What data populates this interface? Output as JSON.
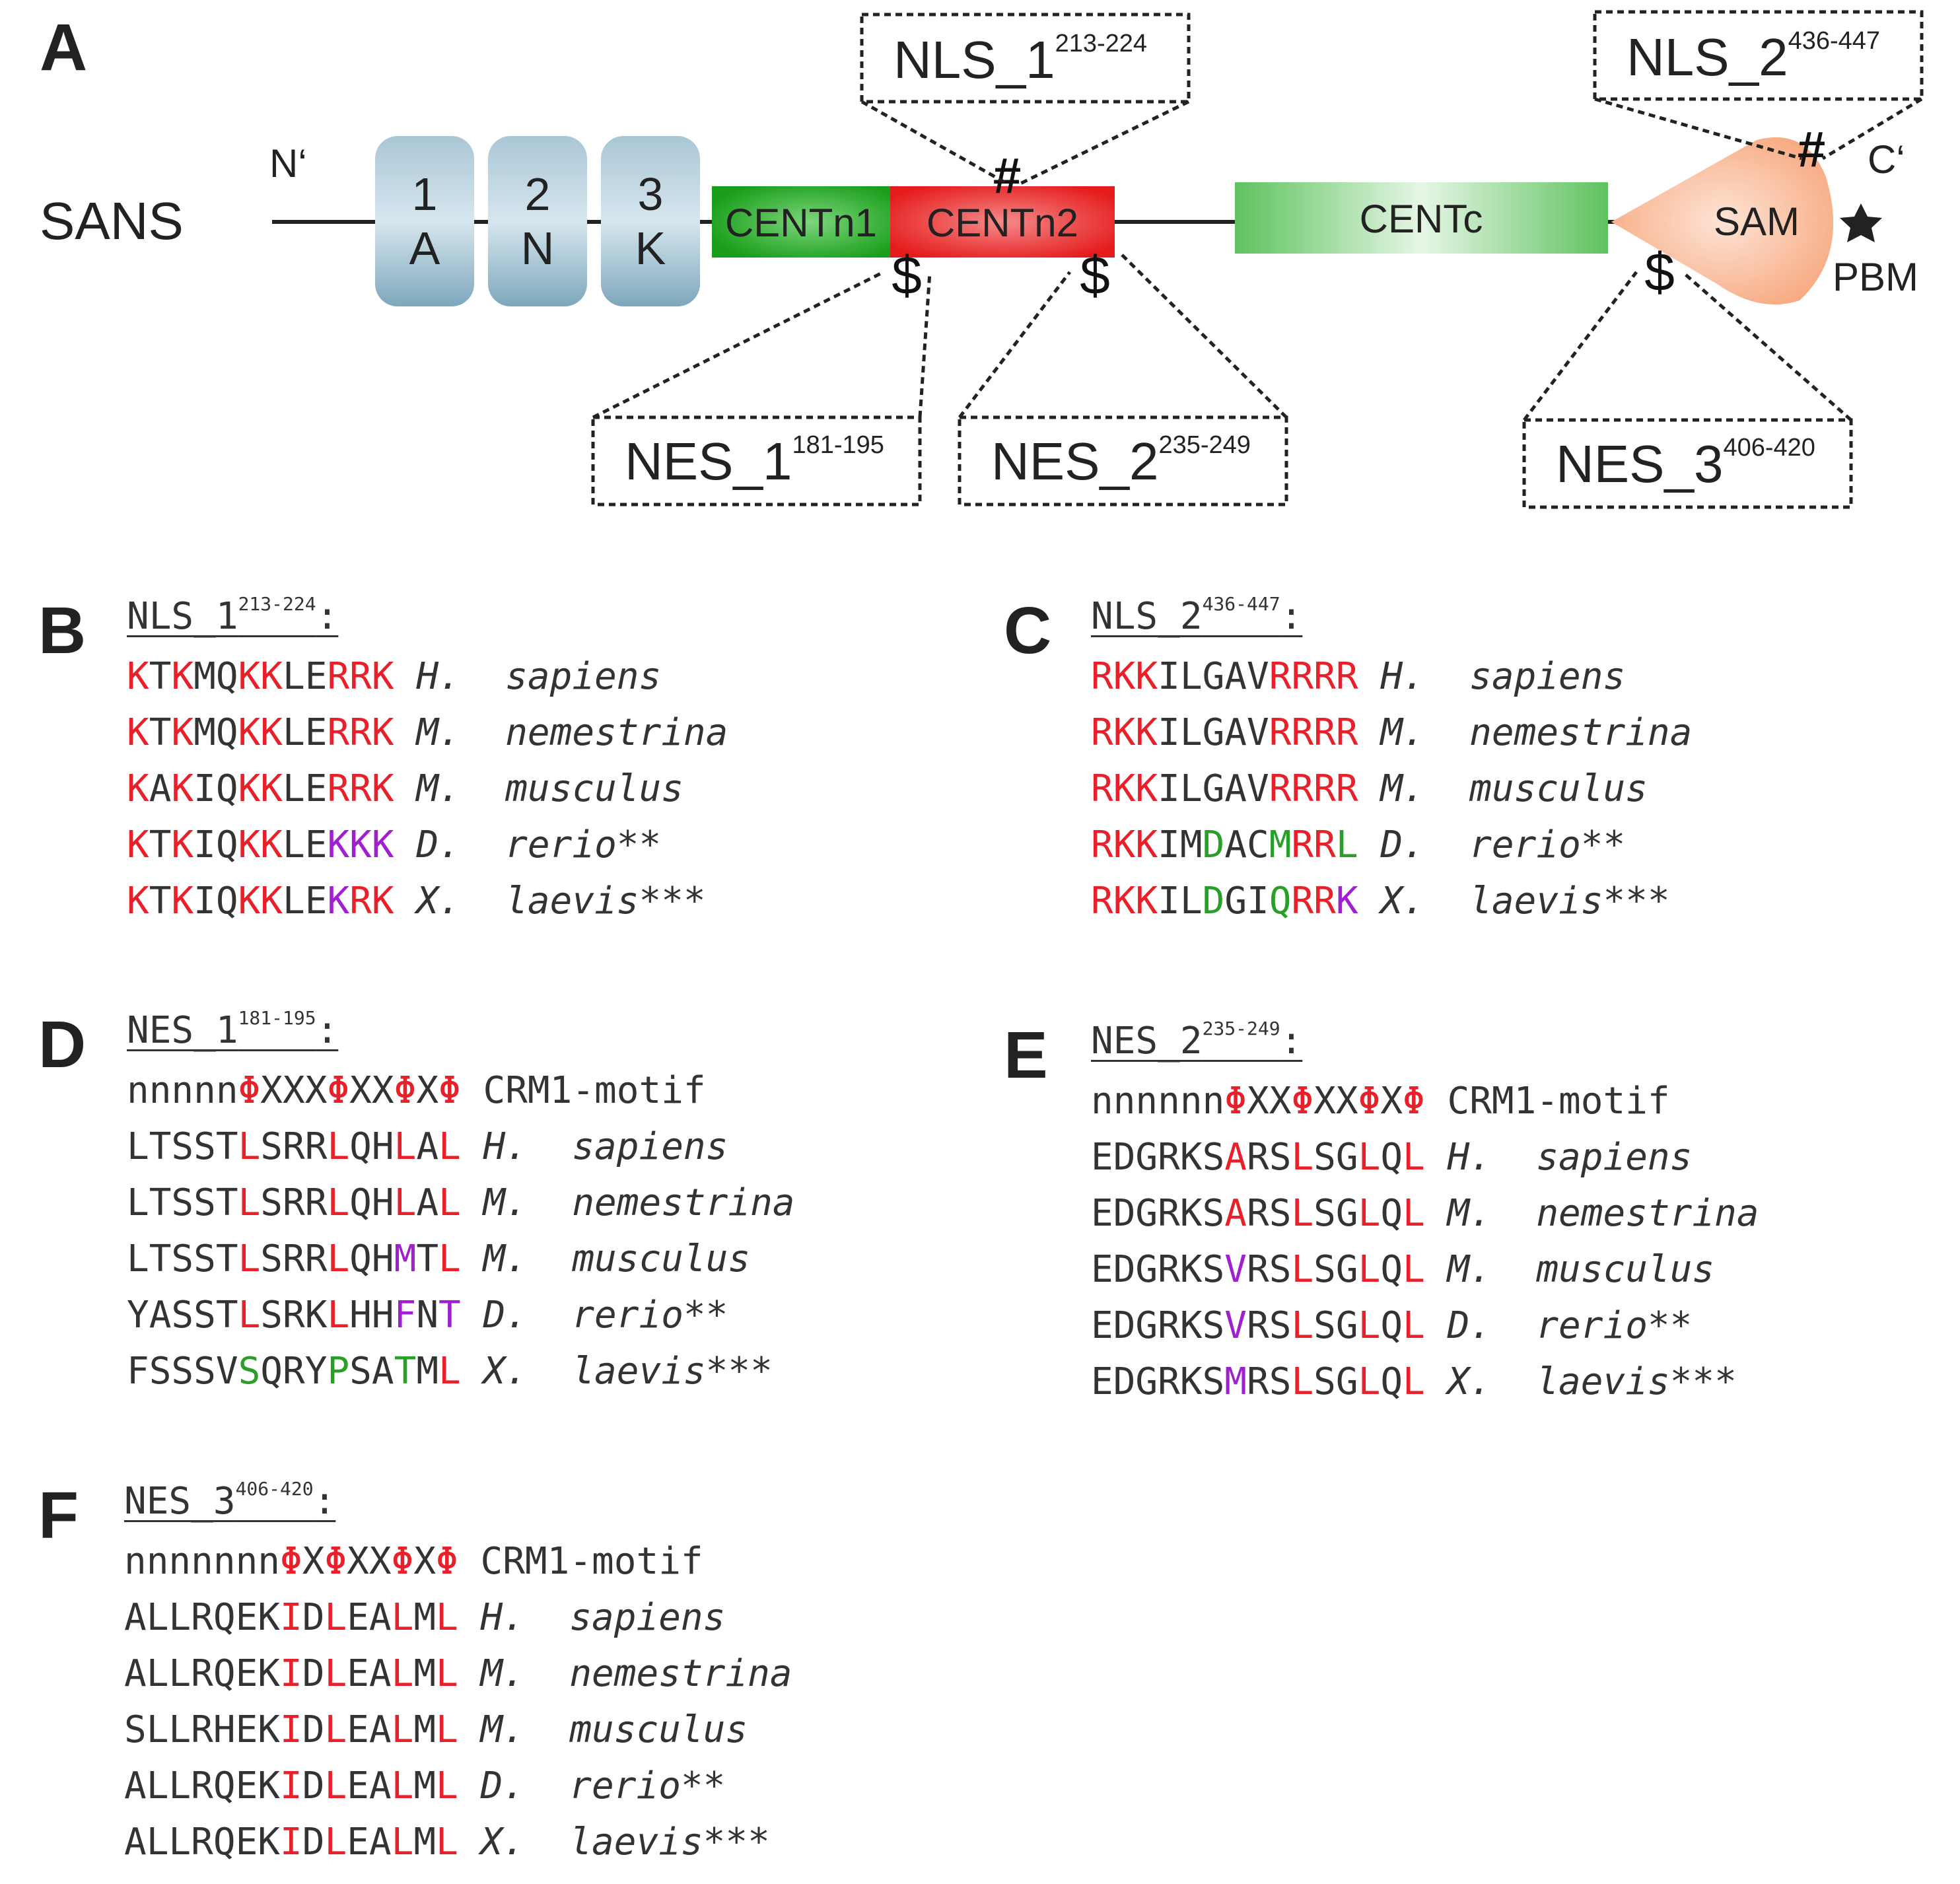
{
  "colors": {
    "text": "#333333",
    "red": "#e8202a",
    "purple": "#a020d0",
    "green": "#28a028",
    "ank": "#7da7bc",
    "centn1": "#1fa81f",
    "centn2": "#e51c1c",
    "centc": "#7bcd7b",
    "sam": "#f7a87e"
  },
  "diagram": {
    "panel": "A",
    "protein": "SANS",
    "n_term": "N‘",
    "c_term": "C‘",
    "ank": [
      {
        "num": "1",
        "letter": "A"
      },
      {
        "num": "2",
        "letter": "N"
      },
      {
        "num": "3",
        "letter": "K"
      }
    ],
    "domains": {
      "centn1": "CENTn1",
      "centn2": "CENTn2",
      "centc": "CENTc",
      "sam": "SAM"
    },
    "pbm": "PBM",
    "nls_marker": "#",
    "nes_marker": "$",
    "boxes": {
      "nls1": {
        "name": "NLS_1",
        "range": "213-224"
      },
      "nls2": {
        "name": "NLS_2",
        "range": "436-447"
      },
      "nes1": {
        "name": "NES_1",
        "range": "181-195"
      },
      "nes2": {
        "name": "NES_2",
        "range": "235-249"
      },
      "nes3": {
        "name": "NES_3",
        "range": "406-420"
      }
    }
  },
  "panels": [
    {
      "letter": "B",
      "title": "NLS_1",
      "range": "213-224",
      "rows": [
        {
          "seq": [
            [
              "r",
              "K"
            ],
            [
              "d",
              "T"
            ],
            [
              "r",
              "K"
            ],
            [
              "d",
              "MQ"
            ],
            [
              "r",
              "KK"
            ],
            [
              "d",
              "LE"
            ],
            [
              "r",
              "RRK"
            ]
          ],
          "label": "H.  sapiens"
        },
        {
          "seq": [
            [
              "r",
              "K"
            ],
            [
              "d",
              "T"
            ],
            [
              "r",
              "K"
            ],
            [
              "d",
              "MQ"
            ],
            [
              "r",
              "KK"
            ],
            [
              "d",
              "LE"
            ],
            [
              "r",
              "RRK"
            ]
          ],
          "label": "M.  nemestrina"
        },
        {
          "seq": [
            [
              "r",
              "K"
            ],
            [
              "d",
              "A"
            ],
            [
              "r",
              "K"
            ],
            [
              "d",
              "IQ"
            ],
            [
              "r",
              "KK"
            ],
            [
              "d",
              "LE"
            ],
            [
              "r",
              "RRK"
            ]
          ],
          "label": "M.  musculus"
        },
        {
          "seq": [
            [
              "r",
              "K"
            ],
            [
              "d",
              "T"
            ],
            [
              "r",
              "K"
            ],
            [
              "d",
              "IQ"
            ],
            [
              "r",
              "KK"
            ],
            [
              "d",
              "LE"
            ],
            [
              "p",
              "KKK"
            ]
          ],
          "label": "D.  rerio**"
        },
        {
          "seq": [
            [
              "r",
              "K"
            ],
            [
              "d",
              "T"
            ],
            [
              "r",
              "K"
            ],
            [
              "d",
              "IQ"
            ],
            [
              "r",
              "KK"
            ],
            [
              "d",
              "LE"
            ],
            [
              "p",
              "K"
            ],
            [
              "r",
              "RK"
            ]
          ],
          "label": "X.  laevis***"
        }
      ]
    },
    {
      "letter": "C",
      "title": "NLS_2",
      "range": "436-447",
      "rows": [
        {
          "seq": [
            [
              "r",
              "RKK"
            ],
            [
              "d",
              "ILGAV"
            ],
            [
              "r",
              "RRRR"
            ]
          ],
          "label": "H.  sapiens"
        },
        {
          "seq": [
            [
              "r",
              "RKK"
            ],
            [
              "d",
              "ILGAV"
            ],
            [
              "r",
              "RRRR"
            ]
          ],
          "label": "M.  nemestrina"
        },
        {
          "seq": [
            [
              "r",
              "RKK"
            ],
            [
              "d",
              "ILGAV"
            ],
            [
              "r",
              "RRRR"
            ]
          ],
          "label": "M.  musculus"
        },
        {
          "seq": [
            [
              "r",
              "RKK"
            ],
            [
              "d",
              "IM"
            ],
            [
              "g",
              "D"
            ],
            [
              "d",
              "AC"
            ],
            [
              "g",
              "M"
            ],
            [
              "r",
              "RR"
            ],
            [
              "g",
              "L"
            ]
          ],
          "label": "D.  rerio**"
        },
        {
          "seq": [
            [
              "r",
              "RKK"
            ],
            [
              "d",
              "IL"
            ],
            [
              "g",
              "D"
            ],
            [
              "d",
              "GI"
            ],
            [
              "g",
              "Q"
            ],
            [
              "r",
              "RR"
            ],
            [
              "p",
              "K"
            ]
          ],
          "label": "X.  laevis***"
        }
      ]
    },
    {
      "letter": "D",
      "title": "NES_1",
      "range": "181-195",
      "rows": [
        {
          "seq": [
            [
              "d",
              "nnnnn"
            ],
            [
              "r",
              "Φ"
            ],
            [
              "d",
              "XXX"
            ],
            [
              "r",
              "Φ"
            ],
            [
              "d",
              "XX"
            ],
            [
              "r",
              "Φ"
            ],
            [
              "d",
              "X"
            ],
            [
              "r",
              "Φ"
            ]
          ],
          "label": "CRM1-motif"
        },
        {
          "seq": [
            [
              "d",
              "LTSST"
            ],
            [
              "r",
              "L"
            ],
            [
              "d",
              "SRR"
            ],
            [
              "r",
              "L"
            ],
            [
              "d",
              "QH"
            ],
            [
              "r",
              "L"
            ],
            [
              "d",
              "A"
            ],
            [
              "r",
              "L"
            ]
          ],
          "label": "H.  sapiens"
        },
        {
          "seq": [
            [
              "d",
              "LTSST"
            ],
            [
              "r",
              "L"
            ],
            [
              "d",
              "SRR"
            ],
            [
              "r",
              "L"
            ],
            [
              "d",
              "QH"
            ],
            [
              "r",
              "L"
            ],
            [
              "d",
              "A"
            ],
            [
              "r",
              "L"
            ]
          ],
          "label": "M.  nemestrina"
        },
        {
          "seq": [
            [
              "d",
              "LTSST"
            ],
            [
              "r",
              "L"
            ],
            [
              "d",
              "SRR"
            ],
            [
              "r",
              "L"
            ],
            [
              "d",
              "QH"
            ],
            [
              "p",
              "M"
            ],
            [
              "d",
              "T"
            ],
            [
              "r",
              "L"
            ]
          ],
          "label": "M.  musculus"
        },
        {
          "seq": [
            [
              "d",
              "YASST"
            ],
            [
              "r",
              "L"
            ],
            [
              "d",
              "SRK"
            ],
            [
              "r",
              "L"
            ],
            [
              "d",
              "HH"
            ],
            [
              "p",
              "F"
            ],
            [
              "d",
              "N"
            ],
            [
              "p",
              "T"
            ]
          ],
          "label": "D.  rerio**"
        },
        {
          "seq": [
            [
              "d",
              "FSSSV"
            ],
            [
              "g",
              "S"
            ],
            [
              "d",
              "QRY"
            ],
            [
              "g",
              "P"
            ],
            [
              "d",
              "SA"
            ],
            [
              "g",
              "T"
            ],
            [
              "d",
              "M"
            ],
            [
              "r",
              "L"
            ]
          ],
          "label": "X.  laevis***"
        }
      ]
    },
    {
      "letter": "E",
      "title": "NES_2",
      "range": "235-249",
      "rows": [
        {
          "seq": [
            [
              "d",
              "nnnnnn"
            ],
            [
              "r",
              "Φ"
            ],
            [
              "d",
              "XX"
            ],
            [
              "r",
              "Φ"
            ],
            [
              "d",
              "XX"
            ],
            [
              "r",
              "Φ"
            ],
            [
              "d",
              "X"
            ],
            [
              "r",
              "Φ"
            ]
          ],
          "label": "CRM1-motif"
        },
        {
          "seq": [
            [
              "d",
              "EDGRKS"
            ],
            [
              "r",
              "A"
            ],
            [
              "d",
              "RS"
            ],
            [
              "r",
              "L"
            ],
            [
              "d",
              "SG"
            ],
            [
              "r",
              "L"
            ],
            [
              "d",
              "Q"
            ],
            [
              "r",
              "L"
            ]
          ],
          "label": "H.  sapiens"
        },
        {
          "seq": [
            [
              "d",
              "EDGRKS"
            ],
            [
              "r",
              "A"
            ],
            [
              "d",
              "RS"
            ],
            [
              "r",
              "L"
            ],
            [
              "d",
              "SG"
            ],
            [
              "r",
              "L"
            ],
            [
              "d",
              "Q"
            ],
            [
              "r",
              "L"
            ]
          ],
          "label": "M.  nemestrina"
        },
        {
          "seq": [
            [
              "d",
              "EDGRKS"
            ],
            [
              "p",
              "V"
            ],
            [
              "d",
              "RS"
            ],
            [
              "r",
              "L"
            ],
            [
              "d",
              "SG"
            ],
            [
              "r",
              "L"
            ],
            [
              "d",
              "Q"
            ],
            [
              "r",
              "L"
            ]
          ],
          "label": "M.  musculus"
        },
        {
          "seq": [
            [
              "d",
              "EDGRKS"
            ],
            [
              "p",
              "V"
            ],
            [
              "d",
              "RS"
            ],
            [
              "r",
              "L"
            ],
            [
              "d",
              "SG"
            ],
            [
              "r",
              "L"
            ],
            [
              "d",
              "Q"
            ],
            [
              "r",
              "L"
            ]
          ],
          "label": "D.  rerio**"
        },
        {
          "seq": [
            [
              "d",
              "EDGRKS"
            ],
            [
              "p",
              "M"
            ],
            [
              "d",
              "RS"
            ],
            [
              "r",
              "L"
            ],
            [
              "d",
              "SG"
            ],
            [
              "r",
              "L"
            ],
            [
              "d",
              "Q"
            ],
            [
              "r",
              "L"
            ]
          ],
          "label": "X.  laevis***"
        }
      ]
    },
    {
      "letter": "F",
      "title": "NES_3",
      "range": "406-420",
      "rows": [
        {
          "seq": [
            [
              "d",
              "nnnnnnn"
            ],
            [
              "r",
              "Φ"
            ],
            [
              "d",
              "X"
            ],
            [
              "r",
              "Φ"
            ],
            [
              "d",
              "XX"
            ],
            [
              "r",
              "Φ"
            ],
            [
              "d",
              "X"
            ],
            [
              "r",
              "Φ"
            ]
          ],
          "label": "CRM1-motif"
        },
        {
          "seq": [
            [
              "d",
              "ALLRQEK"
            ],
            [
              "r",
              "I"
            ],
            [
              "d",
              "D"
            ],
            [
              "r",
              "L"
            ],
            [
              "d",
              "EA"
            ],
            [
              "r",
              "L"
            ],
            [
              "d",
              "M"
            ],
            [
              "r",
              "L"
            ]
          ],
          "label": "H.  sapiens"
        },
        {
          "seq": [
            [
              "d",
              "ALLRQEK"
            ],
            [
              "r",
              "I"
            ],
            [
              "d",
              "D"
            ],
            [
              "r",
              "L"
            ],
            [
              "d",
              "EA"
            ],
            [
              "r",
              "L"
            ],
            [
              "d",
              "M"
            ],
            [
              "r",
              "L"
            ]
          ],
          "label": "M.  nemestrina"
        },
        {
          "seq": [
            [
              "d",
              "SLLRHEK"
            ],
            [
              "r",
              "I"
            ],
            [
              "d",
              "D"
            ],
            [
              "r",
              "L"
            ],
            [
              "d",
              "EA"
            ],
            [
              "r",
              "L"
            ],
            [
              "d",
              "M"
            ],
            [
              "r",
              "L"
            ]
          ],
          "label": "M.  musculus"
        },
        {
          "seq": [
            [
              "d",
              "ALLRQEK"
            ],
            [
              "r",
              "I"
            ],
            [
              "d",
              "D"
            ],
            [
              "r",
              "L"
            ],
            [
              "d",
              "EA"
            ],
            [
              "r",
              "L"
            ],
            [
              "d",
              "M"
            ],
            [
              "r",
              "L"
            ]
          ],
          "label": "D.  rerio**"
        },
        {
          "seq": [
            [
              "d",
              "ALLRQEK"
            ],
            [
              "r",
              "I"
            ],
            [
              "d",
              "D"
            ],
            [
              "r",
              "L"
            ],
            [
              "d",
              "EA"
            ],
            [
              "r",
              "L"
            ],
            [
              "d",
              "M"
            ],
            [
              "r",
              "L"
            ]
          ],
          "label": "X.  laevis***"
        }
      ]
    }
  ]
}
